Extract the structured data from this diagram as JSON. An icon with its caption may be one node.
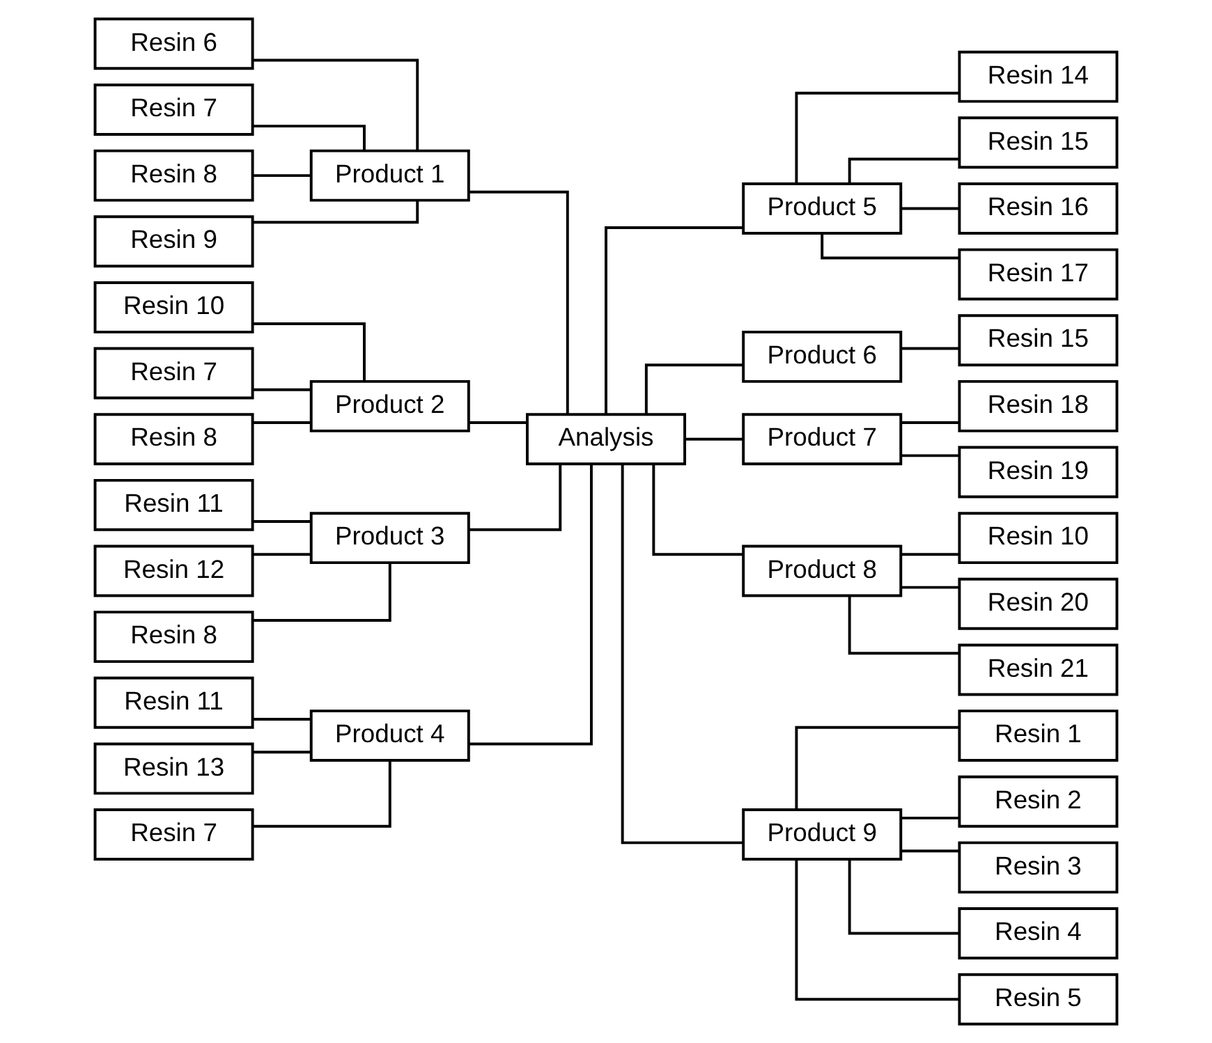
{
  "diagram": {
    "nodes": [
      {
        "text": [
          "Analysis"
        ]
      },
      {
        "text": [
          "Product 1"
        ]
      },
      {
        "text": [
          "Product 2"
        ]
      },
      {
        "text": [
          "Product 3"
        ]
      },
      {
        "text": [
          "Product 4"
        ]
      },
      {
        "text": [
          "Product 5"
        ]
      },
      {
        "text": [
          "Product 6"
        ]
      },
      {
        "text": [
          "Product 7"
        ]
      },
      {
        "text": [
          "Product 8"
        ]
      },
      {
        "text": [
          "Product 9"
        ]
      },
      {
        "text": [
          "Resin 6"
        ]
      },
      {
        "text": [
          "Resin 7"
        ]
      },
      {
        "text": [
          "Resin 8"
        ]
      },
      {
        "text": [
          "Resin 9"
        ]
      },
      {
        "text": [
          "Resin 10"
        ]
      },
      {
        "text": [
          "Resin 7"
        ]
      },
      {
        "text": [
          "Resin 8"
        ]
      },
      {
        "text": [
          "Resin 11"
        ]
      },
      {
        "text": [
          "Resin 12"
        ]
      },
      {
        "text": [
          "Resin 8"
        ]
      },
      {
        "text": [
          "Resin 11"
        ]
      },
      {
        "text": [
          "Resin 13"
        ]
      },
      {
        "text": [
          "Resin 7"
        ]
      },
      {
        "text": [
          "Resin 14"
        ]
      },
      {
        "text": [
          "Resin 15"
        ]
      },
      {
        "text": [
          "Resin 16"
        ]
      },
      {
        "text": [
          "Resin 17"
        ]
      },
      {
        "text": [
          "Resin 15"
        ]
      },
      {
        "text": [
          "Resin 18"
        ]
      },
      {
        "text": [
          "Resin 19"
        ]
      },
      {
        "text": [
          "Resin 10"
        ]
      },
      {
        "text": [
          "Resin 20"
        ]
      },
      {
        "text": [
          "Resin 21"
        ]
      },
      {
        "text": [
          "Resin 1"
        ]
      },
      {
        "text": [
          "Resin 2"
        ]
      },
      {
        "text": [
          "Resin 3"
        ]
      },
      {
        "text": [
          "Resin 4"
        ]
      },
      {
        "text": [
          "Resin 5"
        ]
      }
    ],
    "edges": [
      {
        "from": 10,
        "to": 1,
        "arrow": "none"
      },
      {
        "from": 11,
        "to": 1,
        "arrow": "none"
      },
      {
        "from": 12,
        "to": 1,
        "arrow": "none"
      },
      {
        "from": 13,
        "to": 1,
        "arrow": "none"
      },
      {
        "from": 14,
        "to": 2,
        "arrow": "none"
      },
      {
        "from": 15,
        "to": 2,
        "arrow": "none"
      },
      {
        "from": 16,
        "to": 2,
        "arrow": "none"
      },
      {
        "from": 17,
        "to": 3,
        "arrow": "none"
      },
      {
        "from": 18,
        "to": 3,
        "arrow": "none"
      },
      {
        "from": 19,
        "to": 3,
        "arrow": "none"
      },
      {
        "from": 20,
        "to": 4,
        "arrow": "none"
      },
      {
        "from": 21,
        "to": 4,
        "arrow": "none"
      },
      {
        "from": 22,
        "to": 4,
        "arrow": "none"
      },
      {
        "from": 1,
        "to": 0,
        "arrow": "none"
      },
      {
        "from": 2,
        "to": 0,
        "arrow": "none"
      },
      {
        "from": 3,
        "to": 0,
        "arrow": "none"
      },
      {
        "from": 4,
        "to": 0,
        "arrow": "none"
      },
      {
        "from": 0,
        "to": 5,
        "arrow": "none"
      },
      {
        "from": 0,
        "to": 6,
        "arrow": "none"
      },
      {
        "from": 0,
        "to": 7,
        "arrow": "none"
      },
      {
        "from": 0,
        "to": 8,
        "arrow": "none"
      },
      {
        "from": 0,
        "to": 9,
        "arrow": "none"
      },
      {
        "from": 5,
        "to": 23,
        "arrow": "none"
      },
      {
        "from": 5,
        "to": 24,
        "arrow": "none"
      },
      {
        "from": 5,
        "to": 25,
        "arrow": "none"
      },
      {
        "from": 5,
        "to": 26,
        "arrow": "none"
      },
      {
        "from": 6,
        "to": 27,
        "arrow": "none"
      },
      {
        "from": 7,
        "to": 28,
        "arrow": "none"
      },
      {
        "from": 7,
        "to": 29,
        "arrow": "none"
      },
      {
        "from": 8,
        "to": 30,
        "arrow": "none"
      },
      {
        "from": 8,
        "to": 31,
        "arrow": "none"
      },
      {
        "from": 8,
        "to": 32,
        "arrow": "none"
      },
      {
        "from": 9,
        "to": 33,
        "arrow": "none"
      },
      {
        "from": 9,
        "to": 34,
        "arrow": "none"
      },
      {
        "from": 9,
        "to": 35,
        "arrow": "none"
      },
      {
        "from": 9,
        "to": 36,
        "arrow": "none"
      },
      {
        "from": 9,
        "to": 37,
        "arrow": "none"
      }
    ]
  }
}
